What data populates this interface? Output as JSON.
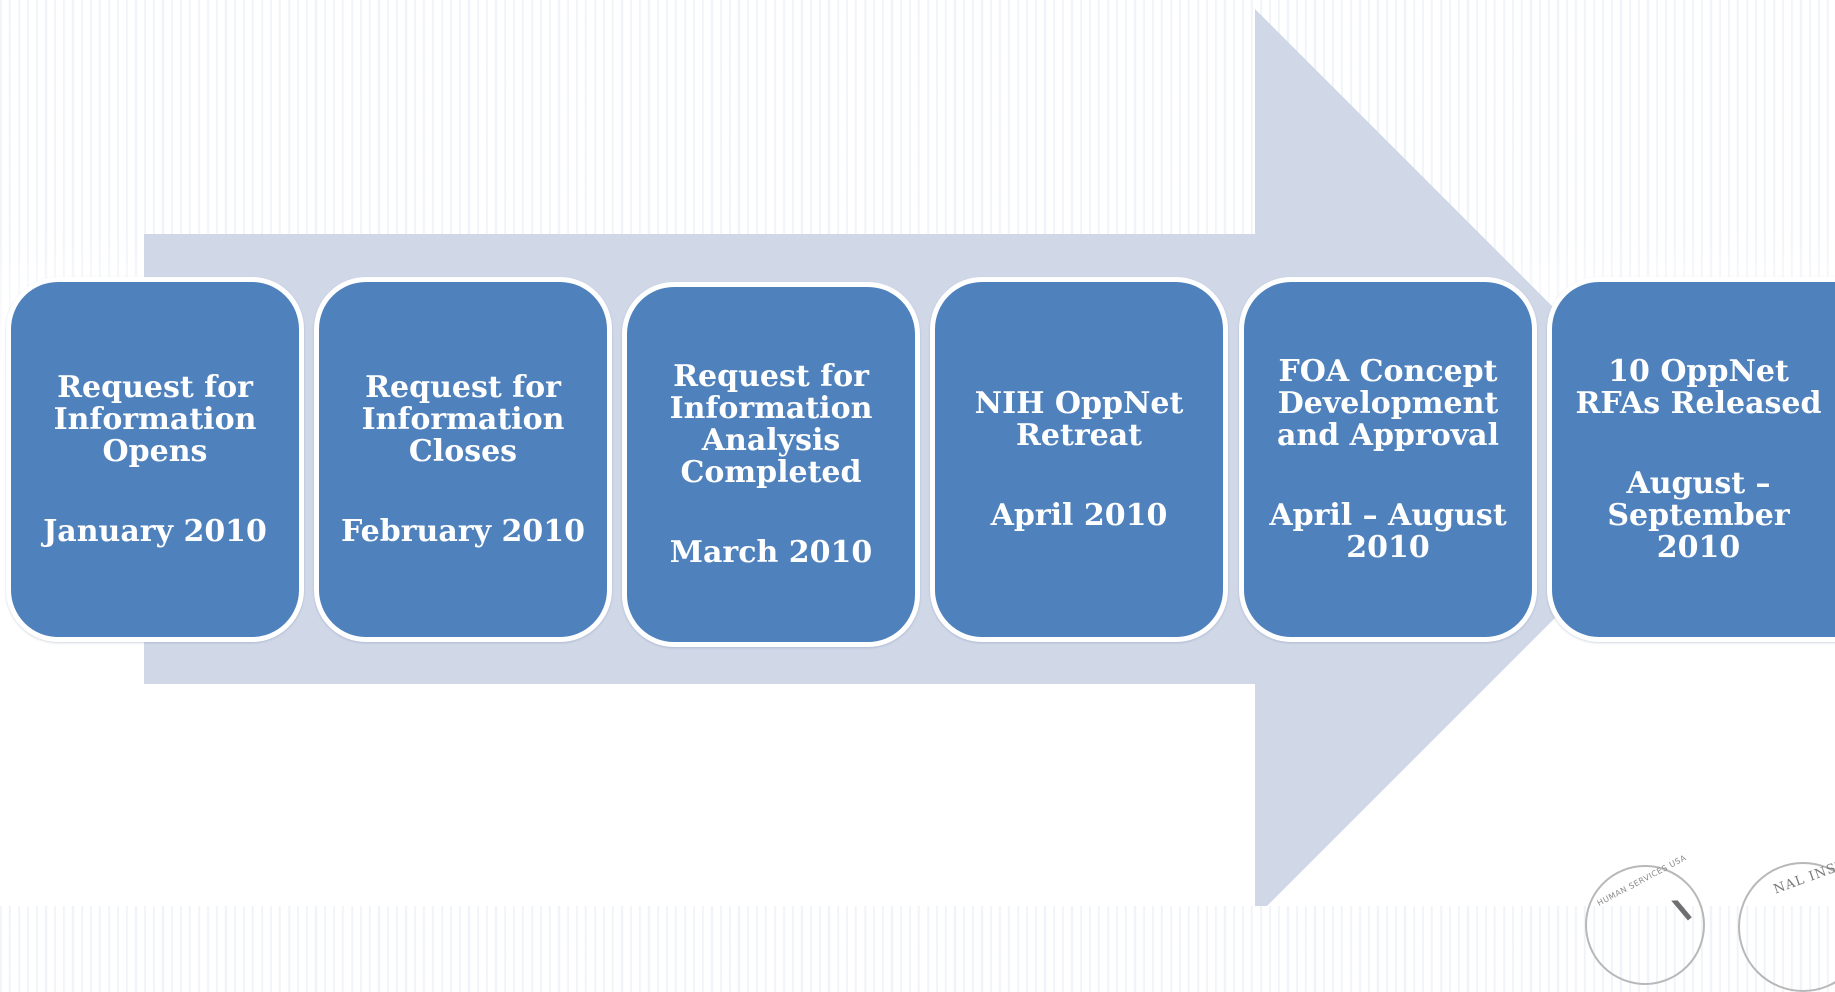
{
  "colors": {
    "arrow_fill": "#d0d8e8",
    "step_fill": "#4f81bd",
    "step_border": "#ffffff",
    "step_text": "#ffffff",
    "background_stripe": "#e4eaf3"
  },
  "steps": [
    {
      "title": "Request for Information Opens",
      "date": "January 2010"
    },
    {
      "title": "Request for Information Closes",
      "date": "February 2010"
    },
    {
      "title": "Request for Information Analysis Completed",
      "date": "March 2010"
    },
    {
      "title": "NIH OppNet Retreat",
      "date": "April 2010"
    },
    {
      "title": "FOA Concept Development and Approval",
      "date": "April – August 2010"
    },
    {
      "title": "10 OppNet RFAs Released",
      "date": "August – September 2010"
    }
  ],
  "seals": {
    "left_text": "HUMAN SERVICES USA",
    "right_text": "NAL INST"
  }
}
